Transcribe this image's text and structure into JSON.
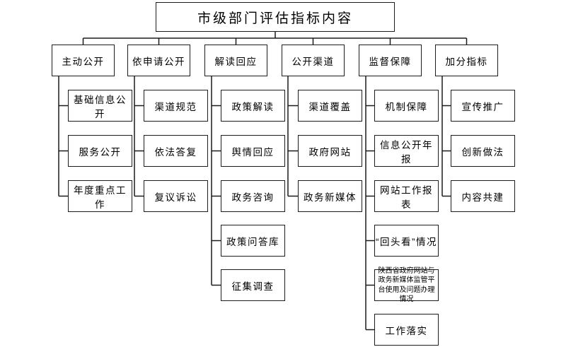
{
  "title": "市级部门评估指标内容",
  "colors": {
    "box_border": "#1c1c1c",
    "connector_line": "#1c1c1c",
    "background": "#ffffff",
    "text": "#000000"
  },
  "tree": {
    "branches": [
      {
        "label": "主动公开",
        "children": [
          {
            "label": "基础信息公开"
          },
          {
            "label": "服务公开"
          },
          {
            "label": "年度重点工作"
          }
        ]
      },
      {
        "label": "依申请公开",
        "children": [
          {
            "label": "渠道规范"
          },
          {
            "label": "依法答复"
          },
          {
            "label": "复议诉讼"
          }
        ]
      },
      {
        "label": "解读回应",
        "children": [
          {
            "label": "政策解读"
          },
          {
            "label": "舆情回应"
          },
          {
            "label": "政务咨询"
          },
          {
            "label": "政策问答库"
          },
          {
            "label": "征集调查"
          }
        ]
      },
      {
        "label": "公开渠道",
        "children": [
          {
            "label": "渠道覆盖"
          },
          {
            "label": "政府网站"
          },
          {
            "label": "政务新媒体"
          }
        ]
      },
      {
        "label": "监督保障",
        "children": [
          {
            "label": "机制保障"
          },
          {
            "label": "信息公开年报"
          },
          {
            "label": "网站工作报表"
          },
          {
            "label": "“回头看”情况"
          },
          {
            "label": "陕西省政府网站与政务新媒体监管平台使用及问题办理情况"
          },
          {
            "label": "工作落实"
          }
        ]
      },
      {
        "label": "加分指标",
        "children": [
          {
            "label": "宣传推广"
          },
          {
            "label": "创新做法"
          },
          {
            "label": "内容共建"
          }
        ]
      }
    ]
  }
}
